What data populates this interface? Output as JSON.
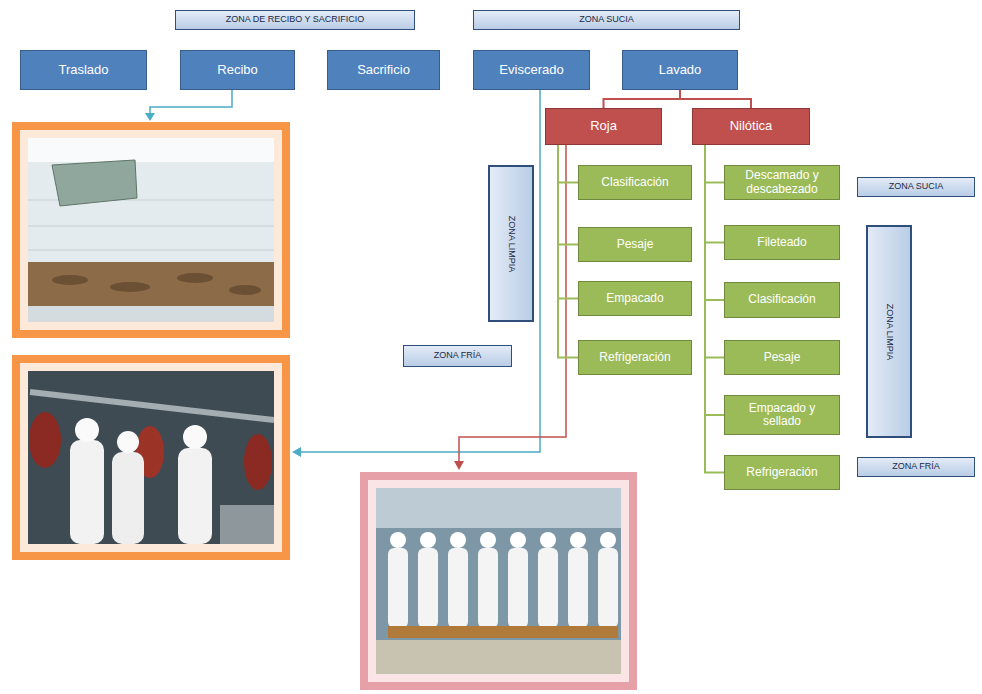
{
  "diagram": {
    "nodes": [
      {
        "text": [
          "ZONA DE RECIBO Y SACRIFICIO"
        ]
      },
      {
        "text": [
          "ZONA SUCIA"
        ]
      },
      {
        "text": [
          "Traslado"
        ]
      },
      {
        "text": [
          "Recibo"
        ]
      },
      {
        "text": [
          "Sacrificio"
        ]
      },
      {
        "text": [
          "Eviscerado"
        ]
      },
      {
        "text": [
          "Lavado"
        ]
      },
      {
        "text": [
          "Roja"
        ]
      },
      {
        "text": [
          "Nilótica"
        ]
      },
      {
        "text": [
          "ZONA LIMPIA"
        ]
      },
      {
        "text": [
          "Clasificación"
        ]
      },
      {
        "text": [
          "Pesaje"
        ]
      },
      {
        "text": [
          "Empacado"
        ]
      },
      {
        "text": [
          "Refrigeración"
        ]
      },
      {
        "text": [
          "ZONA FRÍA"
        ]
      },
      {
        "text": [
          "Descamado y descabezado"
        ]
      },
      {
        "text": [
          "Fileteado"
        ]
      },
      {
        "text": [
          "Clasificación"
        ]
      },
      {
        "text": [
          "Pesaje"
        ]
      },
      {
        "text": [
          "Empacado y sellado"
        ]
      },
      {
        "text": [
          "Refrigeración"
        ]
      },
      {
        "text": [
          "ZONA SUCIA"
        ]
      },
      {
        "text": [
          "ZONA LIMPIA"
        ]
      },
      {
        "text": [
          "ZONA FRÍA"
        ]
      }
    ],
    "edges": [
      {
        "from": 6,
        "to": 7,
        "arrow": "none"
      },
      {
        "from": 6,
        "to": 8,
        "arrow": "none"
      },
      {
        "from": 7,
        "to": 10,
        "arrow": "none"
      },
      {
        "from": 7,
        "to": 11,
        "arrow": "none"
      },
      {
        "from": 7,
        "to": 12,
        "arrow": "none"
      },
      {
        "from": 7,
        "to": 13,
        "arrow": "none"
      },
      {
        "from": 8,
        "to": 15,
        "arrow": "none"
      },
      {
        "from": 8,
        "to": 16,
        "arrow": "none"
      },
      {
        "from": 8,
        "to": 17,
        "arrow": "none"
      },
      {
        "from": 8,
        "to": 18,
        "arrow": "none"
      },
      {
        "from": 8,
        "to": 19,
        "arrow": "none"
      },
      {
        "from": 8,
        "to": 20,
        "arrow": "none"
      }
    ]
  }
}
